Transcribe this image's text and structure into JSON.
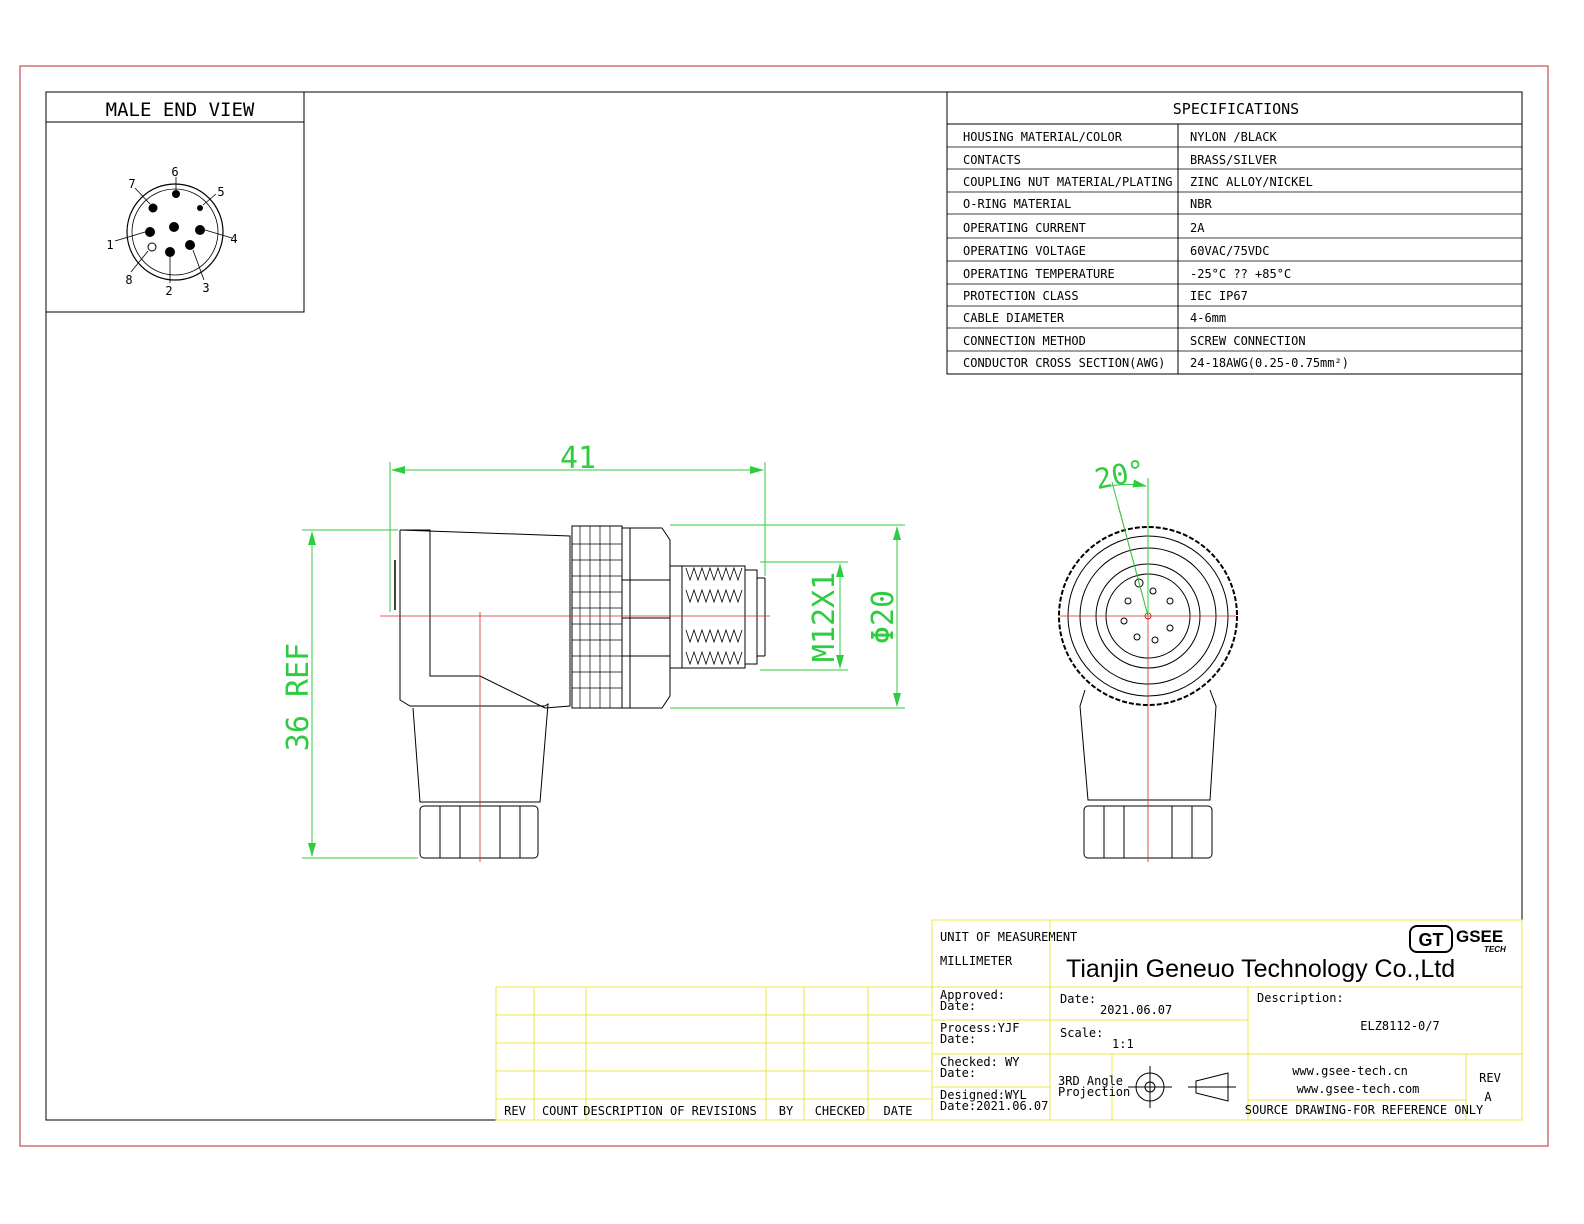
{
  "end_view": {
    "title": "MALE END VIEW",
    "pins": [
      "1",
      "2",
      "3",
      "4",
      "5",
      "6",
      "7",
      "8"
    ]
  },
  "specs": {
    "title": "SPECIFICATIONS",
    "rows": [
      {
        "label": "HOUSING MATERIAL/COLOR",
        "value": "NYLON /BLACK"
      },
      {
        "label": "CONTACTS",
        "value": "BRASS/SILVER"
      },
      {
        "label": "COUPLING NUT MATERIAL/PLATING",
        "value": "ZINC ALLOY/NICKEL"
      },
      {
        "label": "O-RING MATERIAL",
        "value": "NBR"
      },
      {
        "label": "OPERATING CURRENT",
        "value": "2A"
      },
      {
        "label": "OPERATING VOLTAGE",
        "value": "60VAC/75VDC"
      },
      {
        "label": "OPERATING TEMPERATURE",
        "value": "-25°C ?? +85°C"
      },
      {
        "label": "PROTECTION CLASS",
        "value": "IEC  IP67"
      },
      {
        "label": "CABLE  DIAMETER",
        "value": "4-6mm"
      },
      {
        "label": "CONNECTION  METHOD",
        "value": "SCREW  CONNECTION"
      },
      {
        "label": "CONDUCTOR  CROSS  SECTION(AWG)",
        "value": "24-18AWG(0.25-0.75mm²)"
      }
    ]
  },
  "dims": {
    "length": "41",
    "height": "36 REF",
    "thread": "M12X1",
    "diameter": "Φ20",
    "angle": "20°"
  },
  "revisions": {
    "headers": [
      "REV",
      "COUNT",
      "DESCRIPTION  OF  REVISIONS",
      "BY",
      "CHECKED",
      "DATE"
    ]
  },
  "title_block": {
    "unit_label": "UNIT OF MEASUREMENT",
    "unit_value": "MILLIMETER",
    "company": "Tianjin Geneuo Technology Co.,Ltd",
    "logo_mark": "GT",
    "logo_text": "GSEE",
    "logo_sub": "TECH",
    "approved": "Approved:",
    "approved_date": "Date:",
    "process": "Process:YJF",
    "process_date": "Date:",
    "checked": "Checked: WY",
    "checked_date": "Date:",
    "designed": "Designed:WYL",
    "designed_date": "Date:2021.06.07",
    "date_label": "Date:",
    "date_value": "2021.06.07",
    "scale_label": "Scale:",
    "scale_value": "1:1",
    "projection_1": "3RD Angle",
    "projection_2": "Projection",
    "description_label": "Description:",
    "description_value": "ELZ8112-0/7",
    "web_1": "www.gsee-tech.cn",
    "web_2": "www.gsee-tech.com",
    "rev_label": "REV",
    "rev_value": "A",
    "source_note": "SOURCE DRAWING-FOR REFERENCE ONLY"
  },
  "colors": {
    "frame": "#c0504d",
    "dimension": "#2ecc40",
    "title_block": "#e8e84a",
    "centerline": "#d62828"
  }
}
